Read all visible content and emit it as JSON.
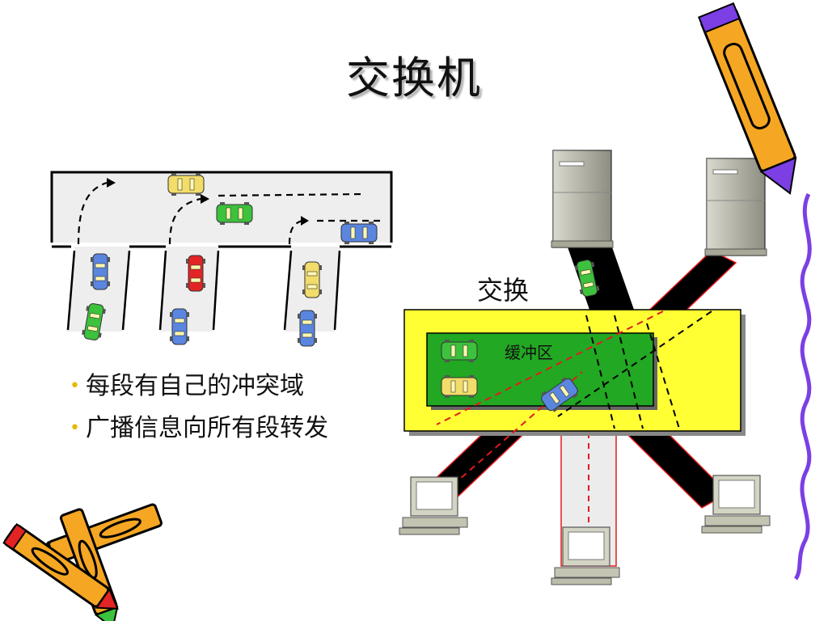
{
  "slide": {
    "title": "交换机",
    "bullets": [
      "每段有自己的冲突域",
      "广播信息向所有段转发"
    ],
    "bullet_color": "#e8b800"
  },
  "diagram": {
    "switch_label": "交换",
    "buffer_label": "缓冲区",
    "colors": {
      "switch_box": "#ffff33",
      "buffer": "#22a822",
      "cable": "#000000",
      "cable_edge": "#e21b1b",
      "road": "#ededed",
      "pen_purple": "#7b3fe4",
      "pencil_orange": "#f5a623"
    },
    "icons": [
      "server-icon",
      "computer-icon",
      "car-icon",
      "pencil-icon",
      "crayon-icon",
      "squiggle-line"
    ]
  }
}
